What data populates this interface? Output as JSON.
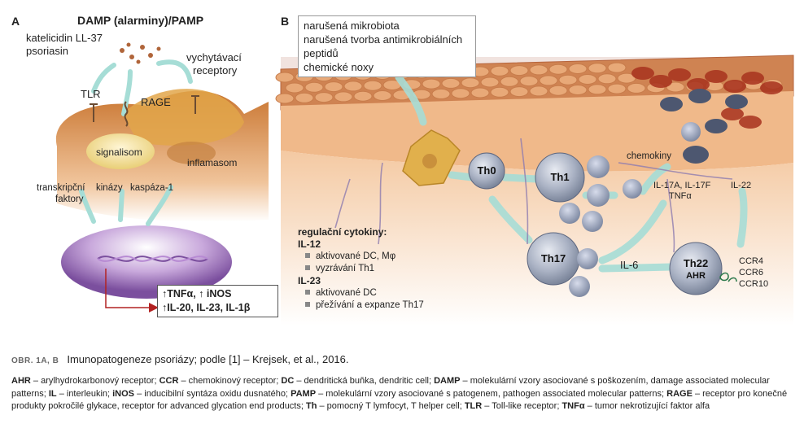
{
  "panel_a": {
    "letter": "A",
    "title": "DAMP (alarminy)/PAMP",
    "katelicidin": "katelicidin LL-37",
    "psoriasin": "psoriasin",
    "vychytavaci": "vychytávací",
    "receptory": "receptory",
    "tlr": "TLR",
    "rage": "RAGE",
    "signalisom": "signalisom",
    "inflamasom": "inflamasom",
    "transkripcni": "transkripční",
    "faktory": "faktory",
    "kinazy": "kinázy",
    "kaspaza": "kaspáza-1",
    "out_line1": "↑TNFα, ↑ iNOS",
    "out_line2": "↑IL-20, IL-23, IL-1β"
  },
  "panel_b": {
    "letter": "B",
    "notes": [
      "narušená mikrobiota",
      "narušená tvorba antimikrobiálních peptidů",
      "chemické noxy"
    ],
    "cells": {
      "th0": "Th0",
      "th1": "Th1",
      "th17": "Th17",
      "th22": "Th22",
      "ahr": "AHR"
    },
    "chemokiny": "chemokiny",
    "il17": "IL-17A, IL-17F",
    "tnfa": "TNFα",
    "il22": "IL-22",
    "il6": "IL-6",
    "ccr": [
      "CCR4",
      "CCR6",
      "CCR10"
    ],
    "reg_title": "regulační cytokiny:",
    "il12": "IL-12",
    "il12_items": [
      "aktivované DC, Mφ",
      "vyzrávání Th1"
    ],
    "il23": "IL-23",
    "il23_items": [
      "aktivované DC",
      "přežívání a expanze Th17"
    ]
  },
  "caption": {
    "tag": "OBR. 1A, B",
    "text": "Imunopatogeneze psoriázy; podle [1] – Krejsek, et al., 2016."
  },
  "legend": [
    {
      "term": "AHR",
      "def": " – arylhydrokarbonový receptor; "
    },
    {
      "term": "CCR",
      "def": " – chemokinový receptor; "
    },
    {
      "term": "DC",
      "def": " – dendritická buňka, dendritic cell; "
    },
    {
      "term": "DAMP",
      "def": " – molekulární vzory asociované s poškozením, damage associated molecular patterns; "
    },
    {
      "term": "IL",
      "def": " – interleukin; "
    },
    {
      "term": "iNOS",
      "def": " – inducibilní syntáza oxidu dusnatého; "
    },
    {
      "term": "PAMP",
      "def": " – molekulární vzory asociované s patogenem, pathogen associated molecular patterns; "
    },
    {
      "term": "RAGE",
      "def": " – receptor pro konečné produkty pokročilé glykace, receptor for advanced glycation end products; "
    },
    {
      "term": "Th",
      "def": " – pomocný T lymfocyt, T helper cell; "
    },
    {
      "term": "TLR",
      "def": " – Toll-like receptor; "
    },
    {
      "term": "TNFα",
      "def": " – tumor nekrotizující faktor alfa"
    }
  ],
  "colors": {
    "skin_dark": "#c8773a",
    "skin_light": "#f3c9a0",
    "keratinocyte": "#e0a46e",
    "cell_grey": "#9aa4b8",
    "arrow_teal": "#a6ddd6",
    "outline_red": "#b22222",
    "nucleus_purple": "#8a5fae"
  }
}
